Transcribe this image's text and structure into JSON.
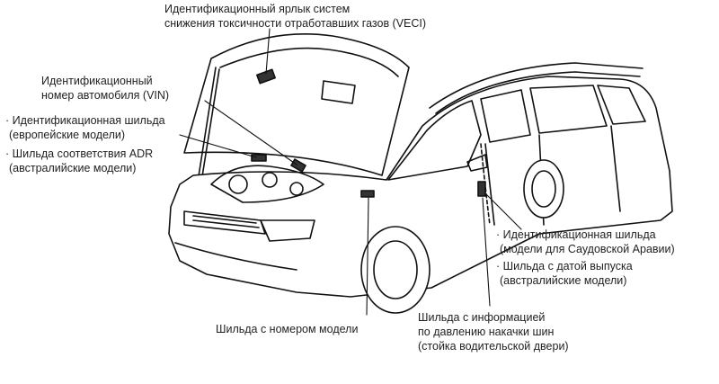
{
  "labels": {
    "veci": [
      "Идентификационный ярлык систем",
      "снижения токсичности отработавших газов (VECI)"
    ],
    "vin": [
      "Идентификационный",
      "номер автомобиля (VIN)"
    ],
    "id_euro": [
      "· Идентификационная шильда",
      "(европейские модели)"
    ],
    "adr": [
      "· Шильда соответствия ADR",
      "(австралийские модели)"
    ],
    "id_saudi": [
      "· Идентификационная шильда",
      "(модели для Саудовской Аравии)"
    ],
    "date": [
      "· Шильда с датой выпуска",
      "(австралийские модели)"
    ],
    "model": [
      "Шильда с номером модели"
    ],
    "tire": [
      "Шильда с информацией",
      "по давлению накачки шин",
      "(стойка водительской двери)"
    ]
  }
}
